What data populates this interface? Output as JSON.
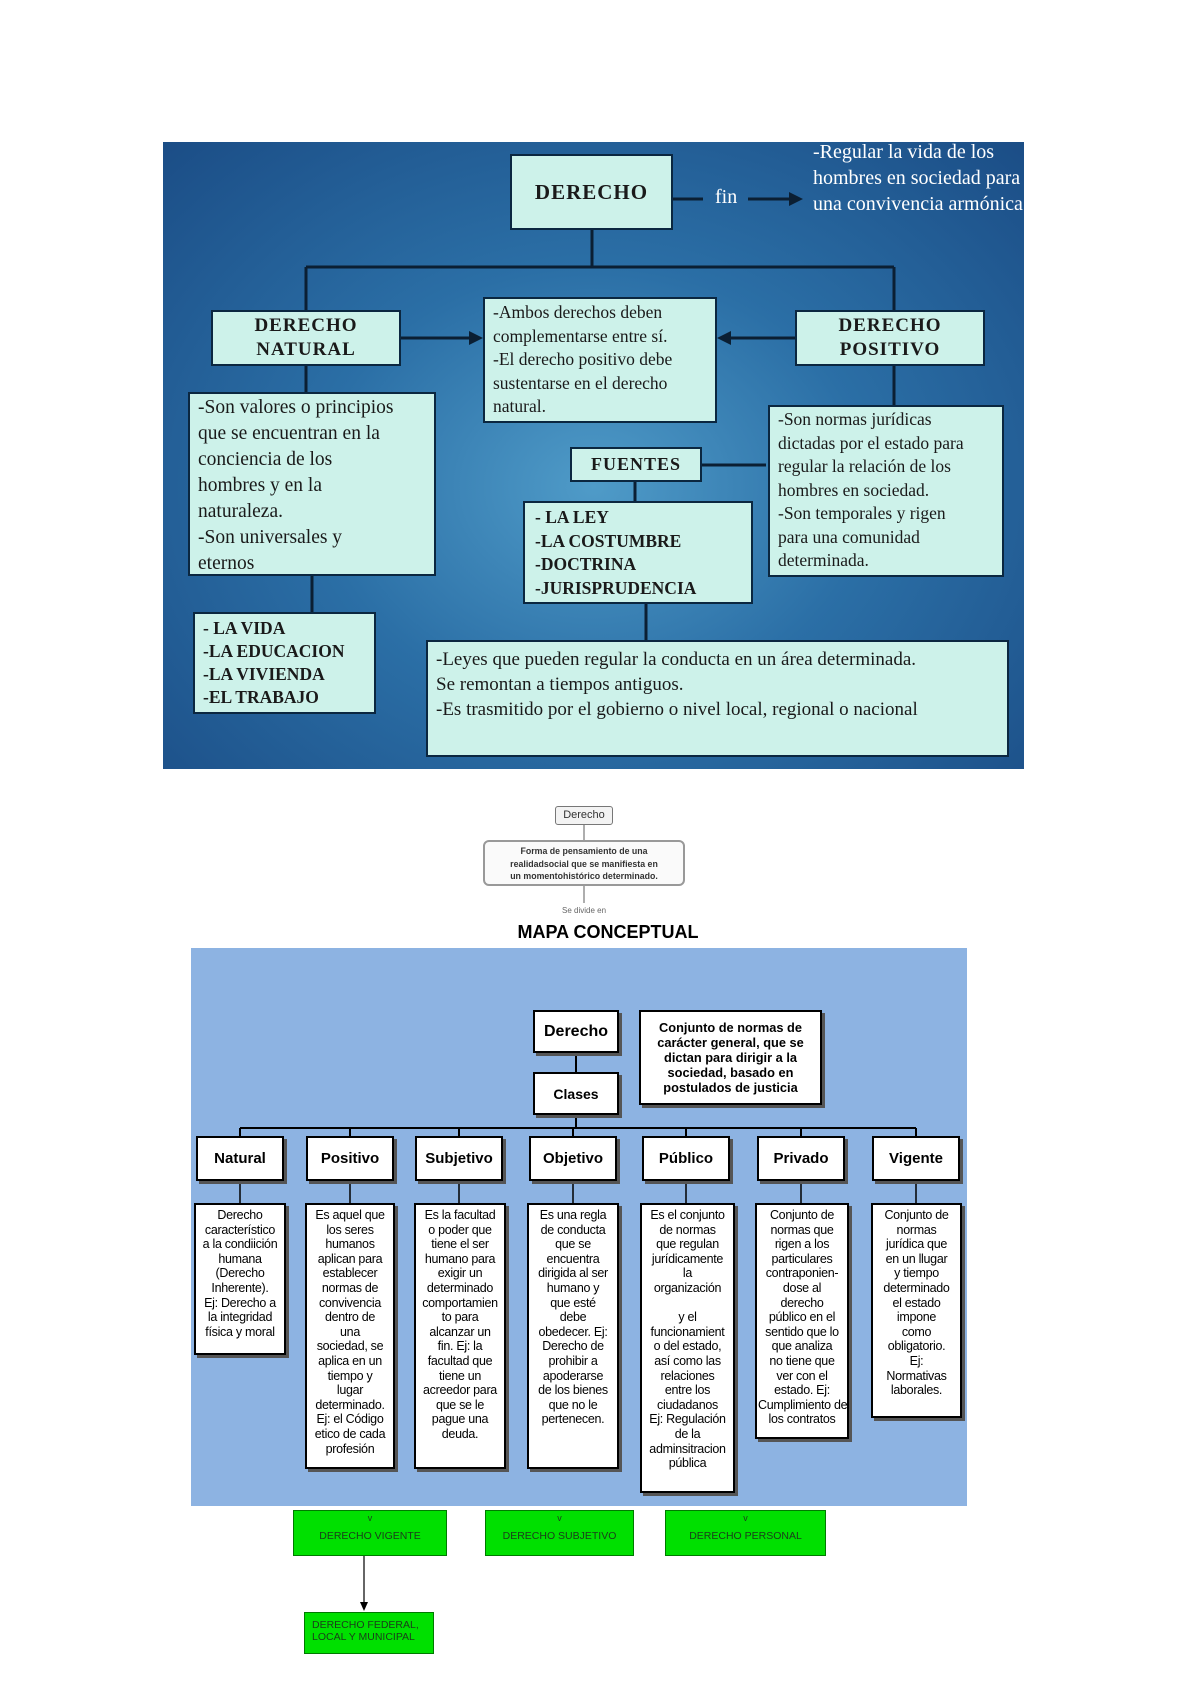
{
  "map1": {
    "derecho": "DERECHO",
    "fin_label": "fin",
    "fin_text": [
      "-Regular la vida de los",
      "hombres en sociedad",
      "para una convivencia",
      "armónica"
    ],
    "natural_title": [
      "DERECHO",
      "NATURAL"
    ],
    "positivo_title": [
      "DERECHO",
      "POSITIVO"
    ],
    "ambos": [
      "-Ambos derechos deben",
      "complementarse entre sí.",
      "-El derecho positivo debe",
      "sustentarse en el derecho",
      "natural."
    ],
    "natural_desc": [
      "-Son valores o principios",
      "que se encuentran en la",
      "conciencia de los",
      "hombres y en la",
      "naturaleza.",
      "-Son universales y",
      "eternos"
    ],
    "natural_list": [
      "- LA VIDA",
      "-LA  EDUCACION",
      "-LA VIVIENDA",
      "-EL TRABAJO"
    ],
    "positivo_desc": [
      "-Son normas jurídicas",
      "dictadas por el estado para",
      "regular la relación de los",
      "hombres en sociedad.",
      "-Son  temporales y rigen",
      "para una comunidad",
      "determinada."
    ],
    "fuentes": "FUENTES",
    "fuentes_list": [
      "- LA LEY",
      "-LA COSTUMBRE",
      "-DOCTRINA",
      "-JURISPRUDENCIA"
    ],
    "leyes": [
      "-Leyes que pueden regular la conducta en un área determinada.",
      " Se remontan a tiempos antiguos.",
      "-Es trasmitido por el gobierno o nivel local, regional o nacional"
    ]
  },
  "mini": {
    "derecho": "Derecho",
    "forma": [
      "Forma de pensamiento de una",
      "realidadsocial que se manifiesta en",
      "un momentohistórico determinado."
    ],
    "se_divide": "Se divide en"
  },
  "map2": {
    "heading": "MAPA CONCEPTUAL",
    "derecho": "Derecho",
    "clases": "Clases",
    "conjunto": [
      "Conjunto de normas de",
      "carácter general, que se",
      "dictan para dirigir a la",
      "sociedad, basado en",
      "postulados de justicia"
    ],
    "categories": [
      {
        "label": "Natural",
        "desc": [
          "Derecho",
          "característico",
          "a la condiición",
          "humana",
          "(Derecho",
          "Inherente).",
          "Ej: Derecho a",
          "la integridad",
          "física y moral"
        ]
      },
      {
        "label": "Positivo",
        "desc": [
          "Es aquel que",
          "los seres",
          "humanos",
          "aplican para",
          "establecer",
          "normas de",
          "convivencia",
          "dentro de",
          "una",
          "sociedad, se",
          "aplica en un",
          "tiempo y",
          "lugar",
          "determinado.",
          "Ej: el Código",
          "etico de cada",
          "profesión"
        ]
      },
      {
        "label": "Subjetivo",
        "desc": [
          "Es la facultad",
          "o poder que",
          "tiene el ser",
          "humano para",
          "exigir un",
          "determinado",
          "comportamien",
          "to para",
          "alcanzar un",
          "fin. Ej: la",
          "facultad que",
          "tiene un",
          "acreedor para",
          "que se le",
          "pague una",
          "deuda."
        ]
      },
      {
        "label": "Objetivo",
        "desc": [
          "Es una regla",
          "de conducta",
          "que se",
          "encuentra",
          "dirigida al ser",
          "humano y",
          "que esté",
          "debe",
          "obedecer. Ej:",
          "Derecho de",
          "prohibir a",
          "apoderarse",
          "de los bienes",
          "que no le",
          "pertenecen."
        ]
      },
      {
        "label": "Público",
        "desc": [
          "Es el conjunto",
          "de normas",
          "que regulan",
          "jurídicamente",
          "la",
          "organización",
          "",
          "y el",
          "funcionamient",
          "o del estado,",
          "así como las",
          "relaciones",
          "entre los",
          "ciudadanos",
          "Ej: Regulación",
          "de la",
          "adminsitracion",
          "pública"
        ]
      },
      {
        "label": "Privado",
        "desc": [
          "Conjunto de",
          "normas que",
          "rigen a los",
          "particulares",
          "contraponien-",
          "dose al",
          "derecho",
          "público en el",
          "sentido que lo",
          "que analiza",
          "no tiene que",
          "ver con el",
          "estado. Ej:",
          "Cumplimiento de",
          "los contratos"
        ]
      },
      {
        "label": "Vigente",
        "desc": [
          "Conjunto de",
          "normas",
          "jurídica que",
          "en un llugar",
          "y tiempo",
          "determinado",
          "el estado",
          "impone",
          "como",
          "obligatorio.",
          "Ej:",
          "Normativas",
          "laborales."
        ]
      }
    ],
    "green_vigente": "DERECHO VIGENTE",
    "green_subjetivo": "DERECHO SUBJETIVO",
    "green_personal": "DERECHO PERSONAL",
    "green_marker": "v",
    "green_federal": [
      "DERECHO FEDERAL,",
      "LOCAL Y MUNICIPAL"
    ]
  }
}
